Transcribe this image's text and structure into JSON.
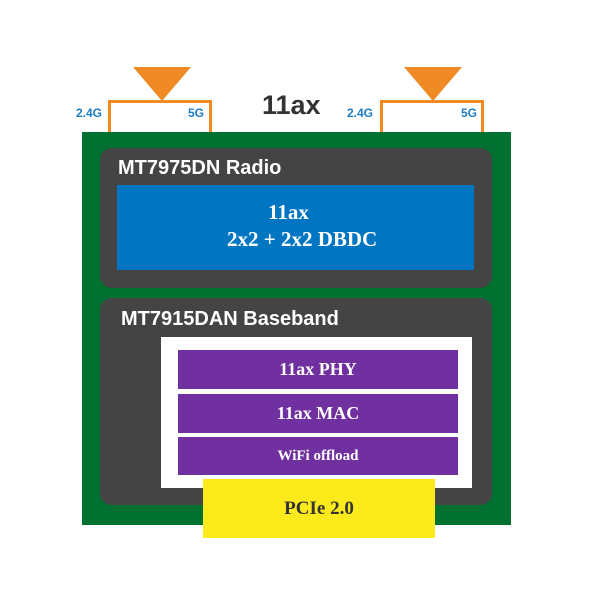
{
  "diagram": {
    "standard_label": "11ax",
    "antennas": [
      {
        "name": "left-antenna",
        "band_low": "2.4G",
        "band_high": "5G"
      },
      {
        "name": "right-antenna",
        "band_low": "2.4G",
        "band_high": "5G"
      }
    ],
    "radio": {
      "title": "MT7975DN Radio",
      "line1": "11ax",
      "line2": "2x2 + 2x2 DBDC"
    },
    "baseband": {
      "title": "MT7915DAN Baseband",
      "blocks": [
        "11ax PHY",
        "11ax MAC",
        "WiFi offload"
      ]
    },
    "interface": "PCIe 2.0"
  },
  "colors": {
    "antenna": "#f08a24",
    "band_label": "#1c7cc4",
    "board": "#007130",
    "panel": "#444444",
    "radio_box": "#0075c1",
    "baseband_block": "#7030a0",
    "interface": "#fcea1a"
  }
}
